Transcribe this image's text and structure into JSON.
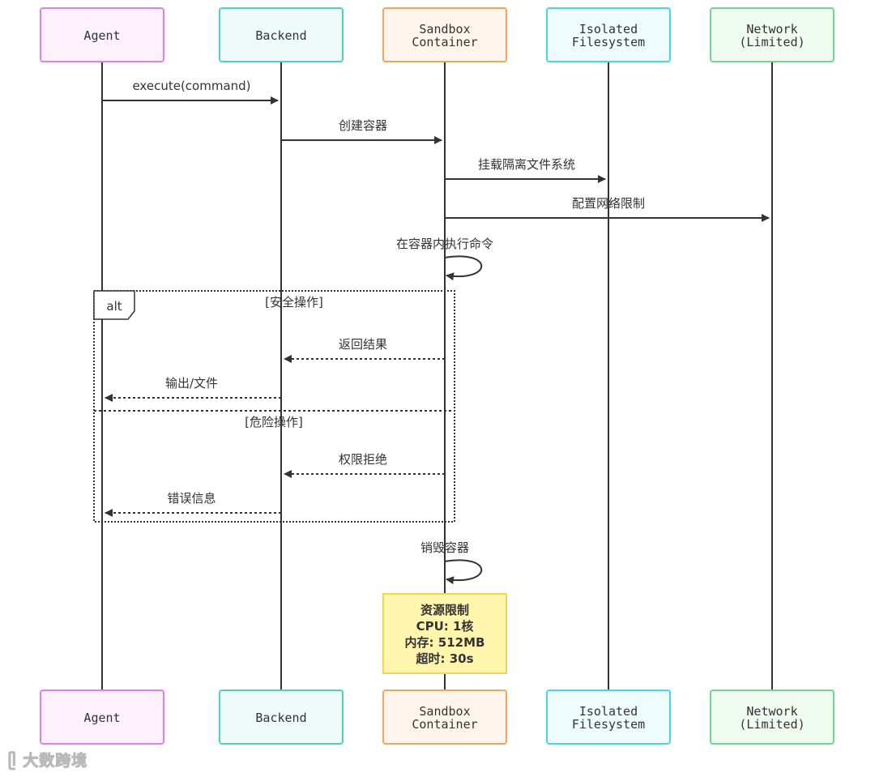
{
  "participants": [
    {
      "id": "agent",
      "lines": [
        "Agent"
      ],
      "fill": "#fdf1fd",
      "stroke": "#e57df2"
    },
    {
      "id": "backend",
      "lines": [
        "Backend"
      ],
      "fill": "#effbfa",
      "stroke": "#4fd0c0"
    },
    {
      "id": "sandbox",
      "lines": [
        "Sandbox",
        "Container"
      ],
      "fill": "#fff5ec",
      "stroke": "#f8a157"
    },
    {
      "id": "fs",
      "lines": [
        "Isolated",
        "Filesystem"
      ],
      "fill": "#effcfe",
      "stroke": "#45d6eb"
    },
    {
      "id": "net",
      "lines": [
        "Network",
        "(Limited)"
      ],
      "fill": "#effbf1",
      "stroke": "#6dd88f"
    }
  ],
  "messages": [
    {
      "from": "agent",
      "to": "backend",
      "label": "execute(command)",
      "style": "solid"
    },
    {
      "from": "backend",
      "to": "sandbox",
      "label": "创建容器",
      "style": "solid"
    },
    {
      "from": "sandbox",
      "to": "fs",
      "label": "挂载隔离文件系统",
      "style": "solid"
    },
    {
      "from": "sandbox",
      "to": "net",
      "label": "配置网络限制",
      "style": "solid"
    },
    {
      "from": "sandbox",
      "to": "sandbox",
      "label": "在容器内执行命令",
      "style": "self"
    },
    {
      "from": "sandbox",
      "to": "backend",
      "label": "返回结果",
      "style": "dashed"
    },
    {
      "from": "backend",
      "to": "agent",
      "label": "输出/文件",
      "style": "dashed"
    },
    {
      "from": "sandbox",
      "to": "backend",
      "label": "权限拒绝",
      "style": "dashed"
    },
    {
      "from": "backend",
      "to": "agent",
      "label": "错误信息",
      "style": "dashed"
    },
    {
      "from": "sandbox",
      "to": "sandbox",
      "label": "销毁容器",
      "style": "self"
    }
  ],
  "alt_block": {
    "keyword": "alt",
    "sections": [
      "[安全操作]",
      "[危险操作]"
    ]
  },
  "note": {
    "over": "sandbox",
    "lines": [
      "资源限制",
      "CPU: 1核",
      "内存: 512MB",
      "超时: 30s"
    ],
    "fill": "#fff5ad",
    "stroke": "#f0d653"
  },
  "watermark": "大数跨境",
  "colors": {
    "lifeline": "#333333",
    "arrow": "#333333",
    "text": "#333333"
  }
}
